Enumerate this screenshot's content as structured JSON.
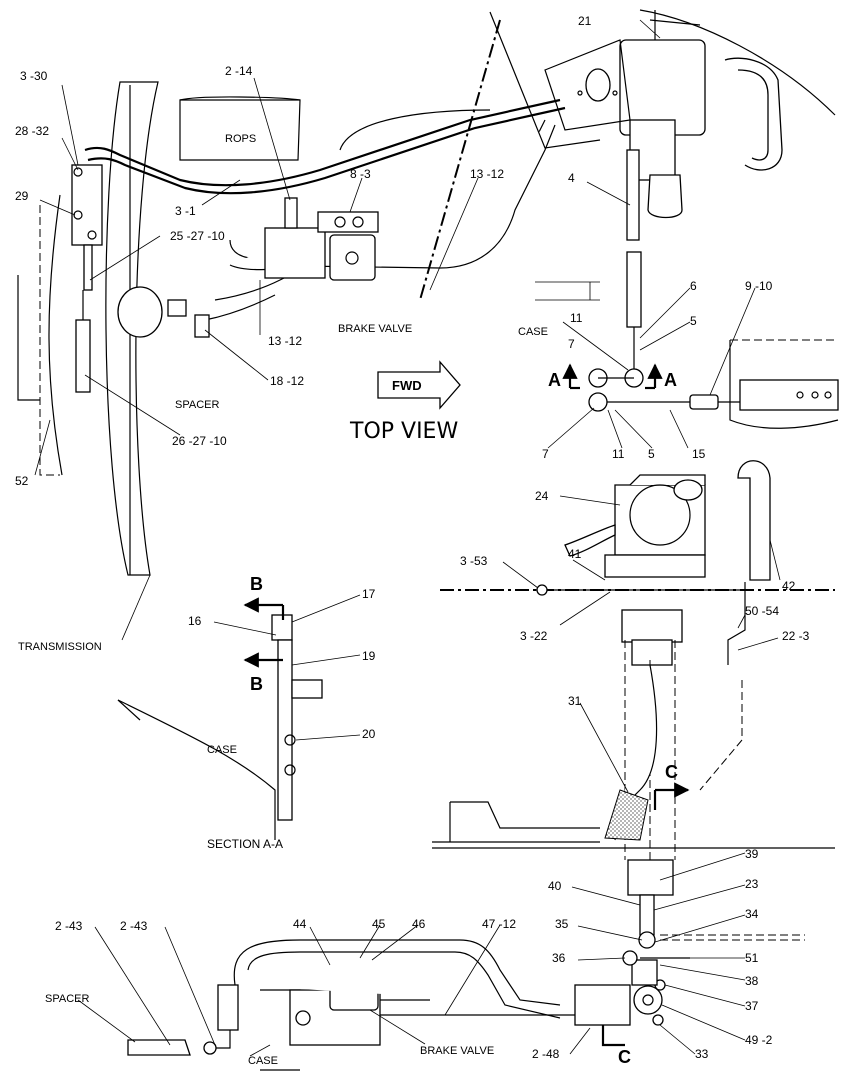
{
  "views": {
    "top_view_title": "TOP VIEW",
    "fwd_label": "FWD",
    "section_title": "SECTION A-A",
    "section_marker_a": "A",
    "section_marker_b": "B",
    "section_marker_c": "C"
  },
  "component_names": {
    "rops": "ROPS",
    "brake_valve_top": "BRAKE VALVE",
    "brake_valve_bottom": "BRAKE VALVE",
    "spacer_top": "SPACER",
    "spacer_bottom": "SPACER",
    "transmission": "TRANSMISSION",
    "case_top": "CASE",
    "case_section": "CASE",
    "case_bottom": "CASE"
  },
  "callouts": {
    "c3_30": "3 -30",
    "c28_32": "28 -32",
    "c29": "29",
    "c2_14": "2 -14",
    "c3_1": "3 -1",
    "c8_3": "8 -3",
    "c13_12_a": "13 -12",
    "c25_27_10": "25 -27 -10",
    "c13_12_b": "13 -12",
    "c18_12": "18 -12",
    "c26_27_10": "26 -27 -10",
    "c52": "52",
    "c21": "21",
    "c4": "4",
    "c6": "6",
    "c5_a": "5",
    "c11_a": "11",
    "c7_a": "7",
    "c9_10": "9 -10",
    "c7_b": "7",
    "c11_b": "11",
    "c5_b": "5",
    "c15": "15",
    "c24": "24",
    "c42": "42",
    "c3_53": "3 -53",
    "c41": "41",
    "c3_22": "3 -22",
    "c50_54": "50 -54",
    "c22_3": "22 -3",
    "c17": "17",
    "c16": "16",
    "c19": "19",
    "c20": "20",
    "c31": "31",
    "c39": "39",
    "c40": "40",
    "c23": "23",
    "c35": "35",
    "c34": "34",
    "c51": "51",
    "c36": "36",
    "c38": "38",
    "c37": "37",
    "c49_2": "49 -2",
    "c33": "33",
    "c2_48": "2 -48",
    "c2_43_a": "2 -43",
    "c2_43_b": "2 -43",
    "c44": "44",
    "c45": "45",
    "c46": "46",
    "c47_12": "47 -12"
  }
}
